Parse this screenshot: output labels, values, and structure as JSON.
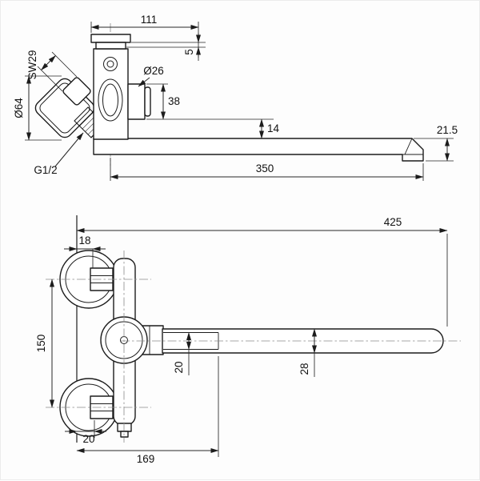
{
  "side_view": {
    "dims": {
      "width": "111",
      "cap_step": "5",
      "wrench": "SW29",
      "flange_dia": "Ø64",
      "outlet_dia": "Ø26",
      "outlet_h": "38",
      "drop": "14",
      "tip_h": "21.5",
      "spout_len": "350",
      "thread": "G1/2"
    }
  },
  "front_view": {
    "dims": {
      "total_len": "425",
      "flange_off": "18",
      "centers": "150",
      "inner_dia": "20",
      "tube_dia": "28",
      "flange_depth": "20",
      "body_len": "169"
    }
  },
  "style": {
    "line_color": "#1c1c1c",
    "background": "#ffffff"
  }
}
